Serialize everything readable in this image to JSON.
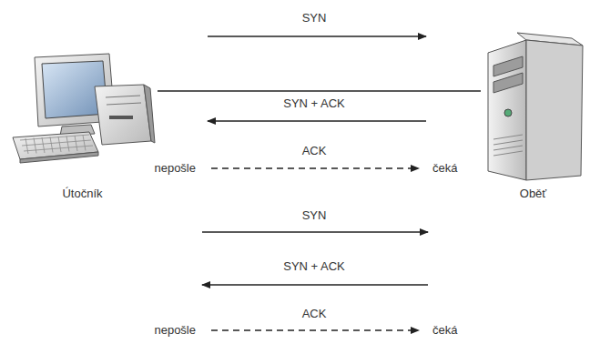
{
  "diagram": {
    "nodes": [
      {
        "text": [
          "Útočník"
        ]
      },
      {
        "text": [
          "Oběť"
        ]
      }
    ],
    "edges": [
      {
        "from": 0,
        "to": 1,
        "arrow": "none"
      }
    ],
    "labels": [
      "SYN",
      "SYN + ACK",
      "ACK",
      "nepošle",
      "čeká",
      "SYN",
      "SYN + ACK",
      "ACK",
      "nepošle",
      "čeká"
    ]
  }
}
